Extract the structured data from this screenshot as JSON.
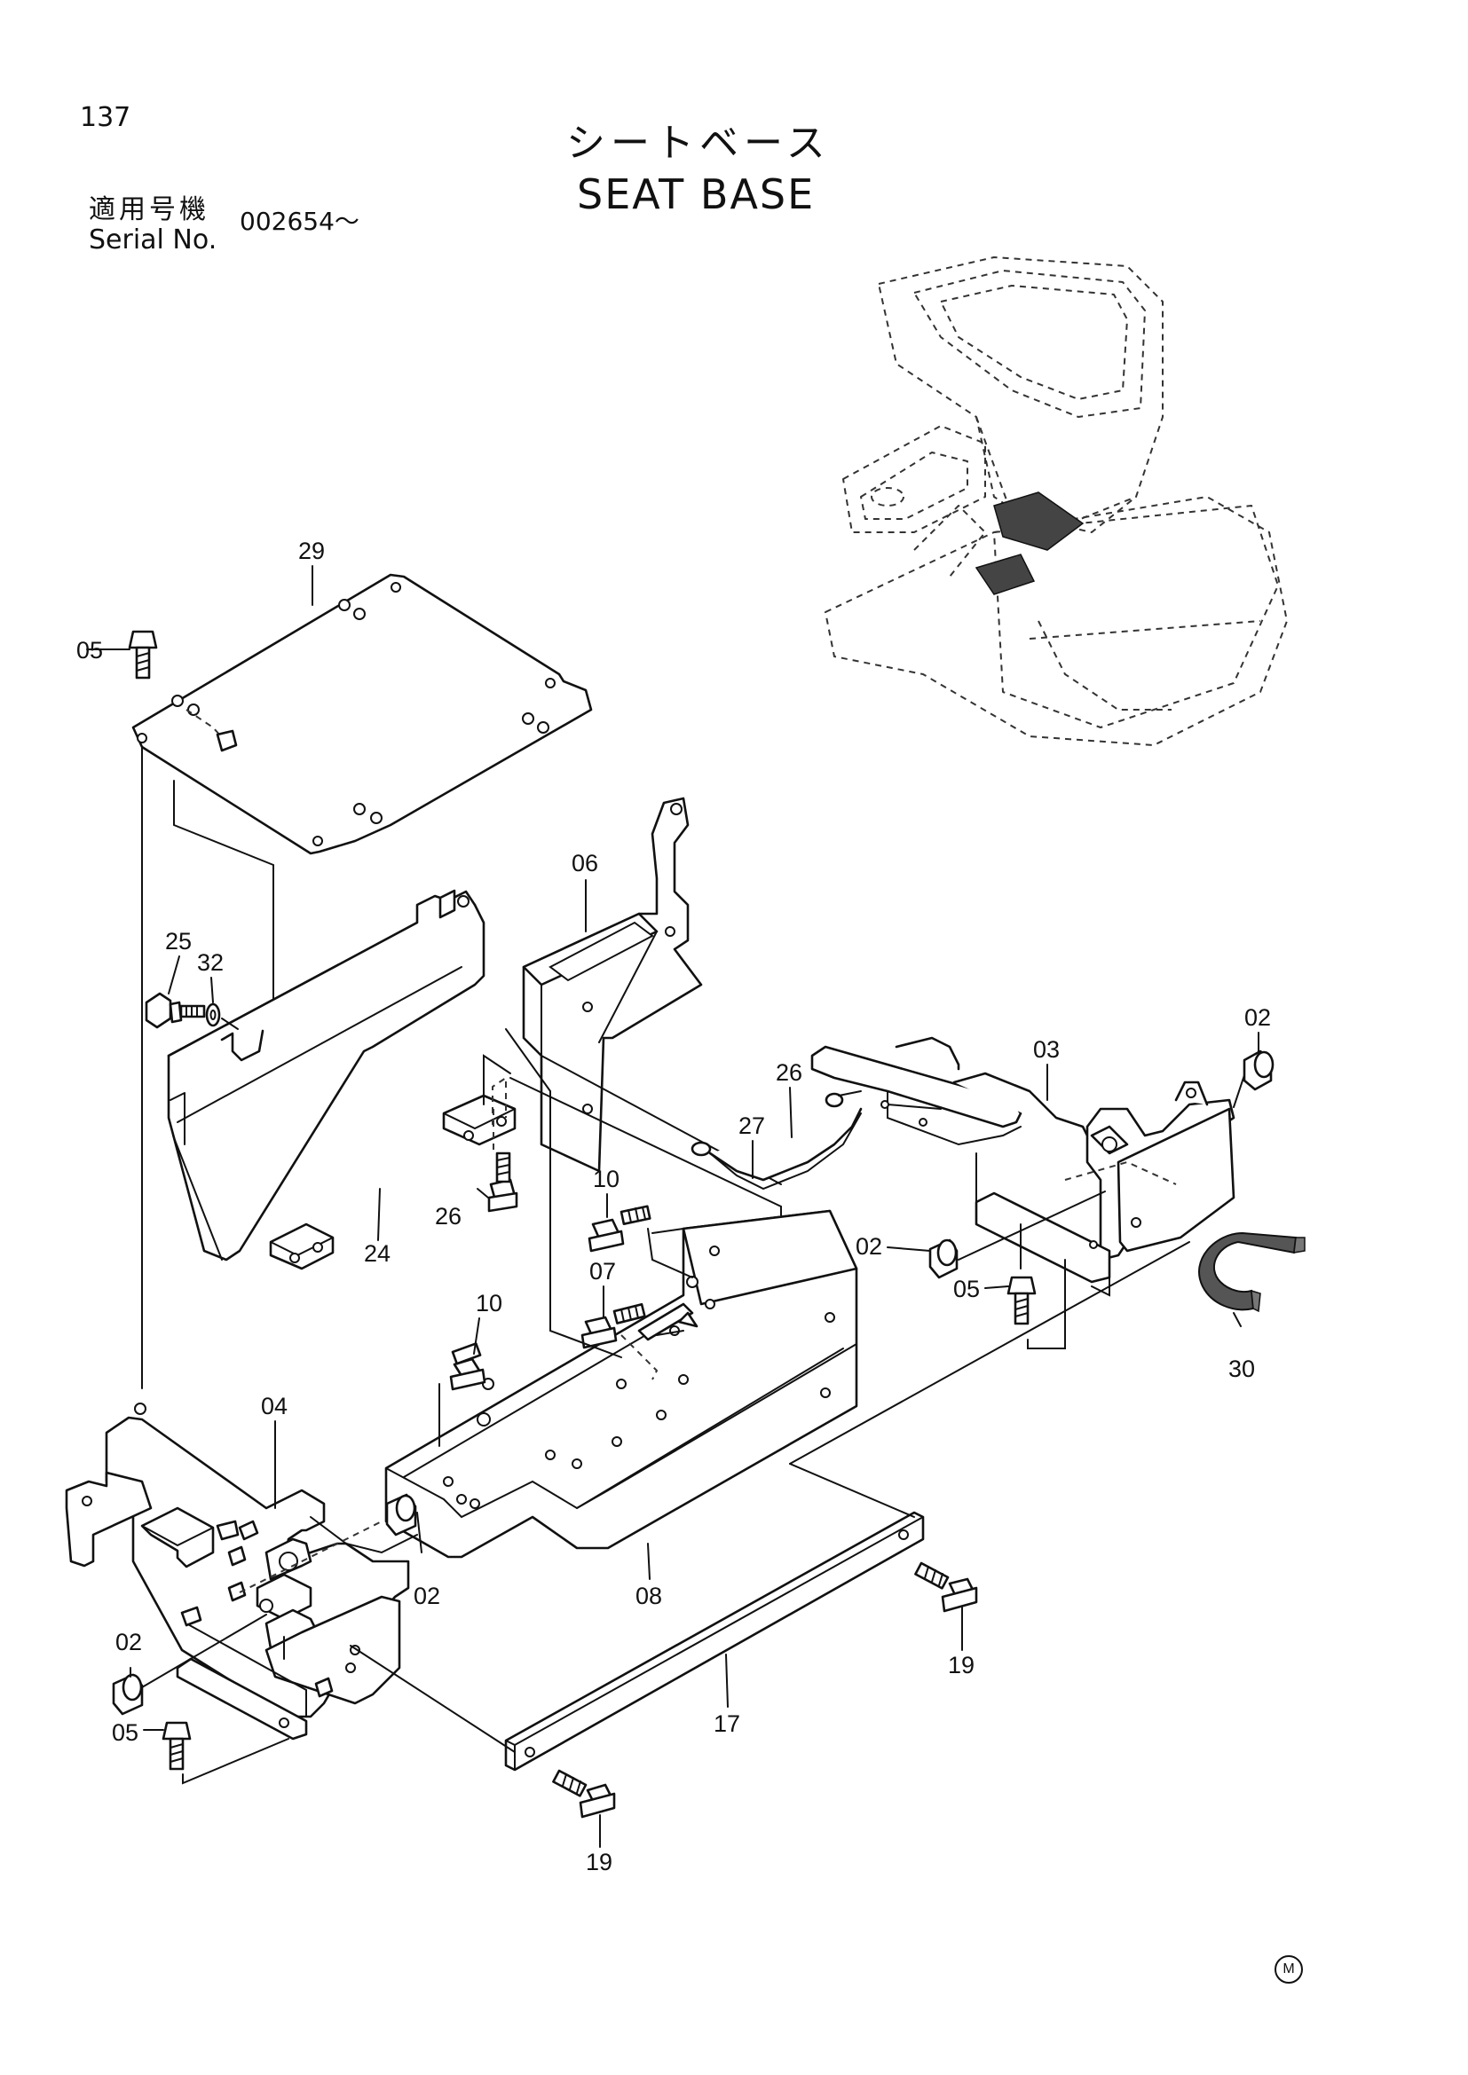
{
  "page_number": "137",
  "title_ja": "シートベース",
  "title_en": "SEAT  BASE",
  "serial": {
    "label_ja": "適用号機",
    "label_en": "Serial No.",
    "value": "002654～"
  },
  "callouts": [
    "29",
    "05",
    "06",
    "25",
    "32",
    "24",
    "26",
    "10",
    "07",
    "27",
    "02",
    "03",
    "30",
    "04",
    "08",
    "17",
    "19"
  ],
  "maker_mark": "M"
}
